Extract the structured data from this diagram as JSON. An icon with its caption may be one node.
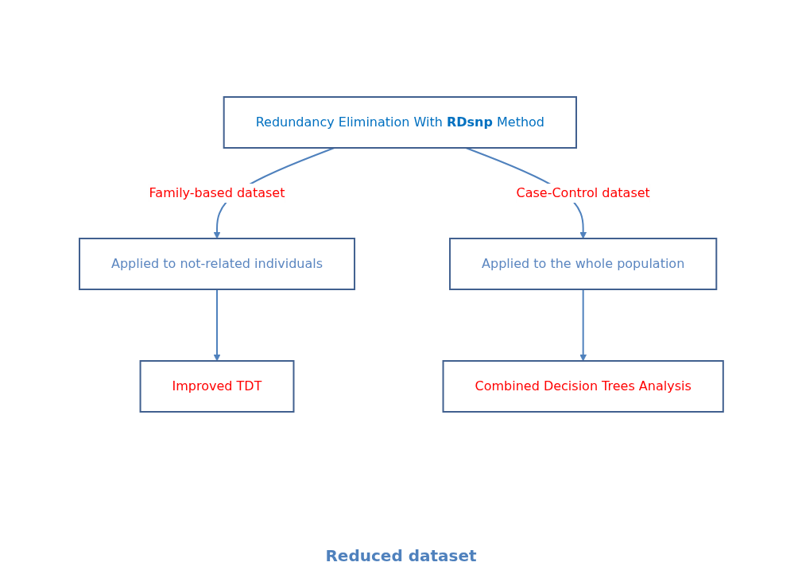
{
  "diagram": {
    "nodes": [
      {
        "text": [
          "Redundancy Elimination With **RDsnp** Method"
        ]
      },
      {
        "text": [
          "Applied to not-related individuals"
        ]
      },
      {
        "text": [
          "Applied to the whole population"
        ]
      },
      {
        "text": [
          "Improved TDT"
        ]
      },
      {
        "text": [
          "Combined Decision Trees Analysis"
        ]
      }
    ],
    "edges": [
      {
        "from": 0,
        "to": 1,
        "arrow": "to",
        "label": "Family-based dataset"
      },
      {
        "from": 0,
        "to": 2,
        "arrow": "to",
        "label": "Case-Control dataset"
      },
      {
        "from": 1,
        "to": 3,
        "arrow": "to"
      },
      {
        "from": 2,
        "to": 4,
        "arrow": "to"
      }
    ],
    "labels": [
      "Reduced dataset"
    ]
  }
}
